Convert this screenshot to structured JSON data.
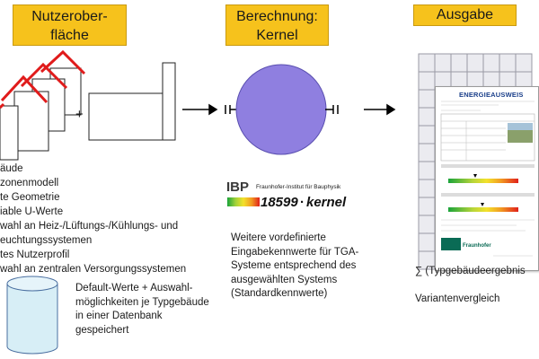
{
  "headers": {
    "ui": "Nutzerober-\nfläche",
    "kernel": "Berechnung:\nKernel",
    "output": "Ausgabe"
  },
  "left_list": [
    "äude",
    "zonenmodell",
    "te Geometrie",
    "iable U-Werte",
    "wahl an Heiz-/Lüftungs-/Kühlungs-  und",
    "euchtungssystemen",
    "tes Nutzerprofil",
    "wahl an zentralen Versorgungssystemen"
  ],
  "plus_sign": "+",
  "database_note": "Default-Werte + Auswahl-\nmöglichkeiten  je Typgebäude\nin einer Datenbank\ngespeichert",
  "logo": {
    "ibp": "IBP",
    "institute": "Fraunhofer-Institut für Bauphysik",
    "norm": "18599",
    "kernel_word": "kernel"
  },
  "kernel_note": "Weitere vordefinierte\nEingabekennwerte  für TGA-\nSysteme entsprechend des\nausgewählten Systems\n(Standardkennwerte)",
  "document": {
    "title": "ENERGIEAUSWEIS",
    "logo": "Fraunhofer"
  },
  "output_notes": {
    "sum": "∑ (Typgebäudeergebnis",
    "variants": "Variantenvergleich"
  },
  "colors": {
    "header_bg": "#f6c21c",
    "kernel_circle": "#8f7fe0",
    "roof": "#e01b1b"
  }
}
